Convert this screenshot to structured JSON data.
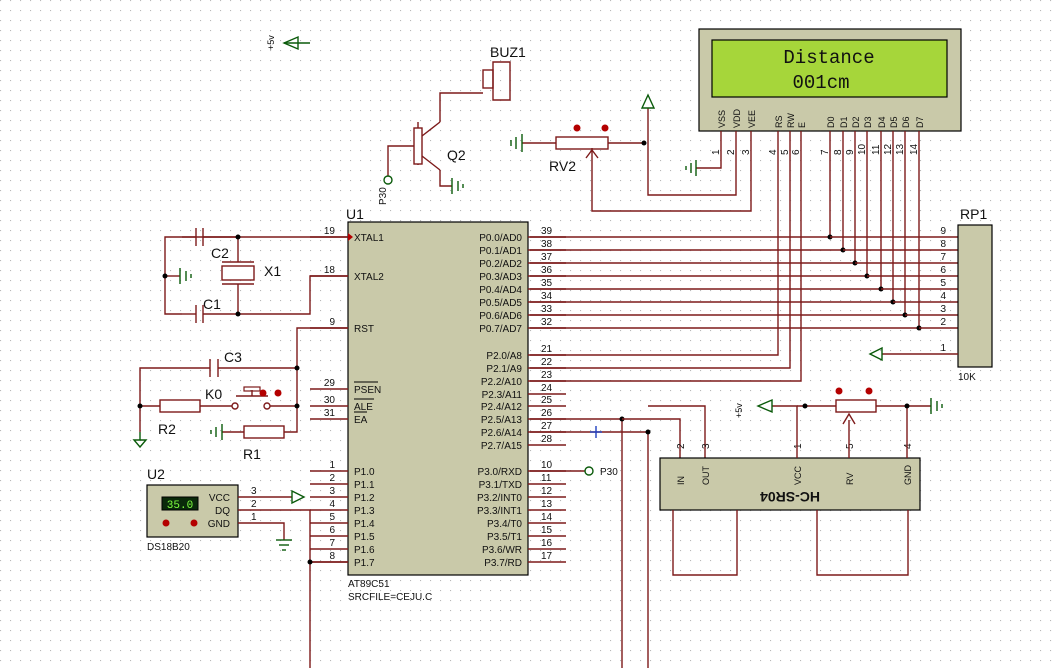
{
  "colors": {
    "wire": "#7d1a1a",
    "wire_black": "#000000",
    "ground": "#0a5a0a",
    "chip_fill": "#c9c9a9",
    "lcd_fill": "#c9c9a9",
    "lcd_screen": "#a6d63a",
    "grid_dot": "#b8b8b8"
  },
  "lcd": {
    "line1": "Distance",
    "line2": "001cm",
    "pin_names": [
      "VSS",
      "VDD",
      "VEE",
      "RS",
      "RW",
      "E",
      "D0",
      "D1",
      "D2",
      "D3",
      "D4",
      "D5",
      "D6",
      "D7"
    ],
    "pin_numbers": [
      "1",
      "2",
      "3",
      "4",
      "5",
      "6",
      "7",
      "8",
      "9",
      "10",
      "11",
      "12",
      "13",
      "14"
    ]
  },
  "mcu": {
    "ref": "U1",
    "part": "AT89C51",
    "srcfile": "SRCFILE=CEJU.C",
    "left_pins": [
      {
        "num": "19",
        "name": "XTAL1"
      },
      {
        "num": "18",
        "name": "XTAL2"
      },
      {
        "num": "9",
        "name": "RST"
      },
      {
        "num": "29",
        "name": "PSEN"
      },
      {
        "num": "30",
        "name": "ALE"
      },
      {
        "num": "31",
        "name": "EA"
      },
      {
        "num": "1",
        "name": "P1.0"
      },
      {
        "num": "2",
        "name": "P1.1"
      },
      {
        "num": "3",
        "name": "P1.2"
      },
      {
        "num": "4",
        "name": "P1.3"
      },
      {
        "num": "5",
        "name": "P1.4"
      },
      {
        "num": "6",
        "name": "P1.5"
      },
      {
        "num": "7",
        "name": "P1.6"
      },
      {
        "num": "8",
        "name": "P1.7"
      }
    ],
    "right_pins": [
      {
        "num": "39",
        "name": "P0.0/AD0"
      },
      {
        "num": "38",
        "name": "P0.1/AD1"
      },
      {
        "num": "37",
        "name": "P0.2/AD2"
      },
      {
        "num": "36",
        "name": "P0.3/AD3"
      },
      {
        "num": "35",
        "name": "P0.4/AD4"
      },
      {
        "num": "34",
        "name": "P0.5/AD5"
      },
      {
        "num": "33",
        "name": "P0.6/AD6"
      },
      {
        "num": "32",
        "name": "P0.7/AD7"
      },
      {
        "num": "21",
        "name": "P2.0/A8"
      },
      {
        "num": "22",
        "name": "P2.1/A9"
      },
      {
        "num": "23",
        "name": "P2.2/A10"
      },
      {
        "num": "24",
        "name": "P2.3/A11"
      },
      {
        "num": "25",
        "name": "P2.4/A12"
      },
      {
        "num": "26",
        "name": "P2.5/A13"
      },
      {
        "num": "27",
        "name": "P2.6/A14"
      },
      {
        "num": "28",
        "name": "P2.7/A15"
      },
      {
        "num": "10",
        "name": "P3.0/RXD"
      },
      {
        "num": "11",
        "name": "P3.1/TXD"
      },
      {
        "num": "12",
        "name": "P3.2/INT0"
      },
      {
        "num": "13",
        "name": "P3.3/INT1"
      },
      {
        "num": "14",
        "name": "P3.4/T0"
      },
      {
        "num": "15",
        "name": "P3.5/T1"
      },
      {
        "num": "16",
        "name": "P3.6/WR"
      },
      {
        "num": "17",
        "name": "P3.7/RD"
      }
    ]
  },
  "rp1": {
    "ref": "RP1",
    "value": "10K",
    "pins": [
      "9",
      "8",
      "7",
      "6",
      "5",
      "4",
      "3",
      "2",
      "1"
    ]
  },
  "sensor": {
    "name": "HC-SR04",
    "pin_names": [
      "IN",
      "OUT",
      "VCC",
      "RV",
      "GND"
    ],
    "pin_numbers": [
      "2",
      "3",
      "1",
      "5",
      "4"
    ]
  },
  "ds18b20": {
    "ref": "U2",
    "part": "DS18B20",
    "display": "35.0",
    "pin_names": [
      "VCC",
      "DQ",
      "GND"
    ],
    "pin_numbers": [
      "3",
      "2",
      "1"
    ]
  },
  "labels": {
    "buz1": "BUZ1",
    "q2": "Q2",
    "rv2": "RV2",
    "c1": "C1",
    "c2": "C2",
    "c3": "C3",
    "x1": "X1",
    "k0": "K0",
    "r1": "R1",
    "r2": "R2",
    "p30": "P30",
    "p30_port": "P30",
    "vcc_top": "+5v",
    "vcc_right": "+5v"
  }
}
